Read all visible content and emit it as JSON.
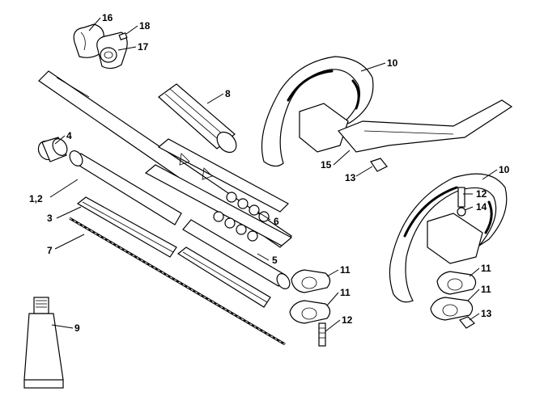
{
  "diagram": {
    "callouts": {
      "p1_2": "1,2",
      "p3": "3",
      "p4": "4",
      "p5": "5",
      "p6": "6",
      "p7": "7",
      "p8": "8",
      "p9": "9",
      "p10a": "10",
      "p10b": "10",
      "p11a": "11",
      "p11b": "11",
      "p11c": "11",
      "p11d": "11",
      "p12a": "12",
      "p12b": "12",
      "p13a": "13",
      "p13b": "13",
      "p14": "14",
      "p15": "15",
      "p16": "16",
      "p17": "17",
      "p18": "18"
    }
  }
}
